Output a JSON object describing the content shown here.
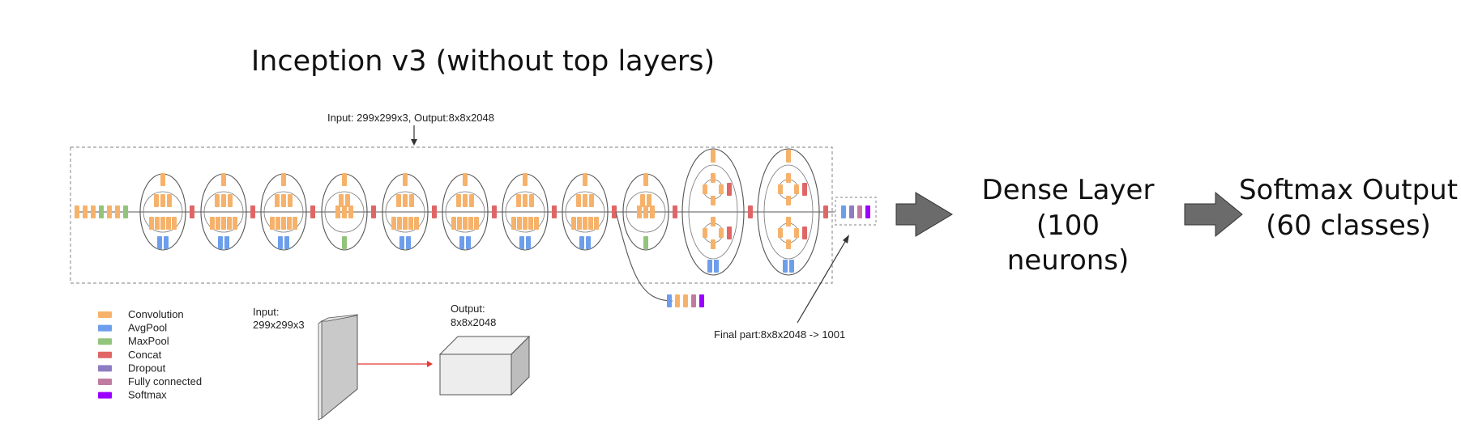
{
  "title": "Inception v3 (without top layers)",
  "input_output_note": "Input: 299x299x3, Output:8x8x2048",
  "final_part_note": "Final part:8x8x2048 -> 1001",
  "legend": [
    {
      "label": "Convolution",
      "color": "#F6B26B"
    },
    {
      "label": "AvgPool",
      "color": "#6D9EEB"
    },
    {
      "label": "MaxPool",
      "color": "#93C47D"
    },
    {
      "label": "Concat",
      "color": "#E06666"
    },
    {
      "label": "Dropout",
      "color": "#8E7CC3"
    },
    {
      "label": "Fully connected",
      "color": "#C27BA0"
    },
    {
      "label": "Softmax",
      "color": "#9900FF"
    }
  ],
  "input_label": [
    "Input:",
    "299x299x3"
  ],
  "output_label": [
    "Output:",
    "8x8x2048"
  ],
  "dense_layer": [
    "Dense Layer",
    "(100",
    "neurons)"
  ],
  "softmax_output": [
    "Softmax Output",
    "(60 classes)"
  ],
  "colors": {
    "arrow": "#6b6b6b",
    "tensor_line": "#e53935",
    "dashed_box": "#9a9a9a"
  }
}
